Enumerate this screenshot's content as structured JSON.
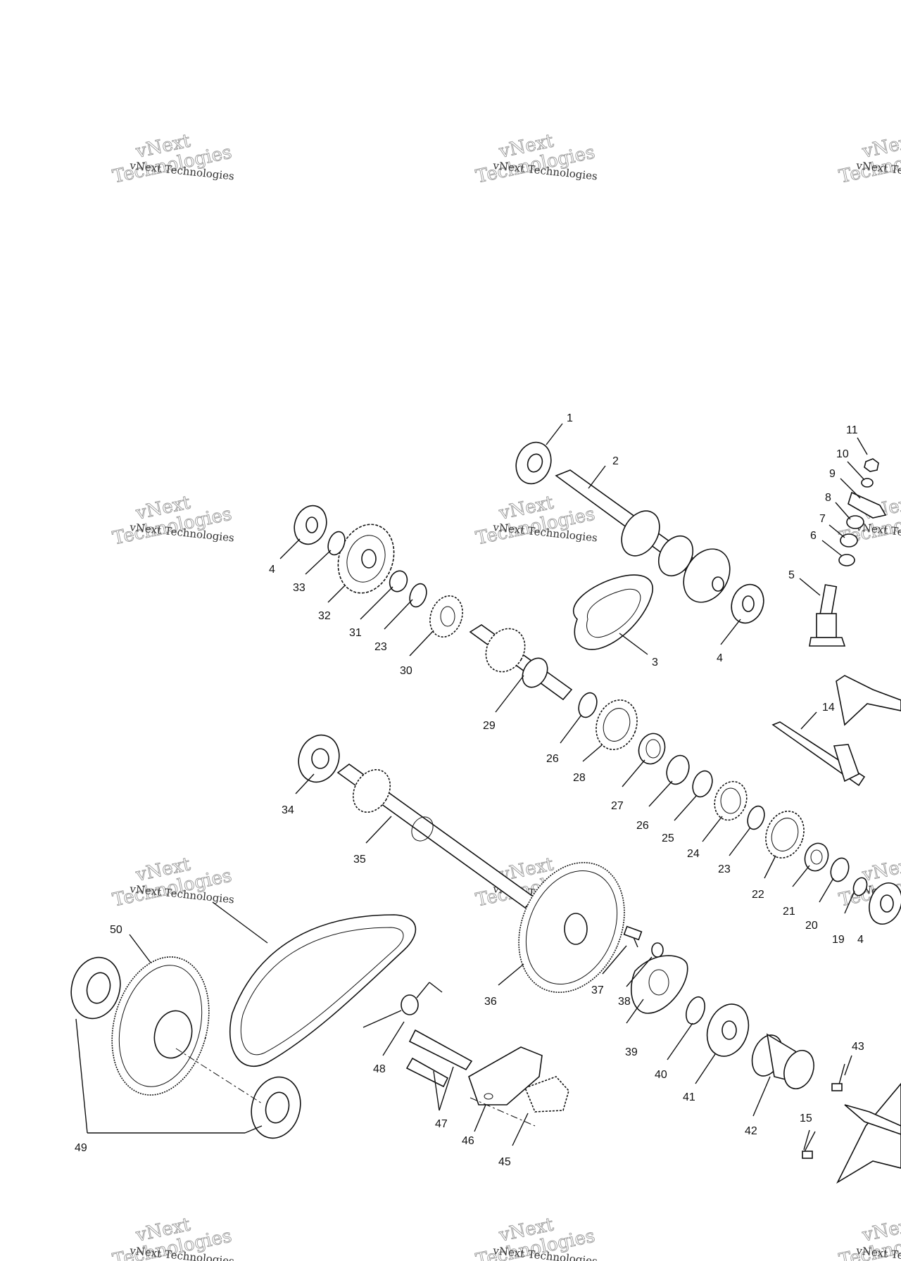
{
  "watermark": {
    "brand_line1": "vNext",
    "brand_line2": "Technologies",
    "small_text": "vNext Technologies"
  },
  "labels": [
    {
      "id": "l1",
      "text": "1"
    },
    {
      "id": "l2",
      "text": "2"
    },
    {
      "id": "l3",
      "text": "3"
    },
    {
      "id": "l4a",
      "text": "4"
    },
    {
      "id": "l4b",
      "text": "4"
    },
    {
      "id": "l4c",
      "text": "4"
    },
    {
      "id": "l5",
      "text": "5"
    },
    {
      "id": "l6",
      "text": "6"
    },
    {
      "id": "l7",
      "text": "7"
    },
    {
      "id": "l8",
      "text": "8"
    },
    {
      "id": "l9",
      "text": "9"
    },
    {
      "id": "l10",
      "text": "10"
    },
    {
      "id": "l11",
      "text": "11"
    },
    {
      "id": "l14",
      "text": "14"
    },
    {
      "id": "l15",
      "text": "15"
    },
    {
      "id": "l19",
      "text": "19"
    },
    {
      "id": "l20",
      "text": "20"
    },
    {
      "id": "l21",
      "text": "21"
    },
    {
      "id": "l22",
      "text": "22"
    },
    {
      "id": "l23a",
      "text": "23"
    },
    {
      "id": "l23b",
      "text": "23"
    },
    {
      "id": "l24",
      "text": "24"
    },
    {
      "id": "l25",
      "text": "25"
    },
    {
      "id": "l26a",
      "text": "26"
    },
    {
      "id": "l26b",
      "text": "26"
    },
    {
      "id": "l27",
      "text": "27"
    },
    {
      "id": "l28",
      "text": "28"
    },
    {
      "id": "l29",
      "text": "29"
    },
    {
      "id": "l30",
      "text": "30"
    },
    {
      "id": "l31",
      "text": "31"
    },
    {
      "id": "l32",
      "text": "32"
    },
    {
      "id": "l33",
      "text": "33"
    },
    {
      "id": "l34",
      "text": "34"
    },
    {
      "id": "l35",
      "text": "35"
    },
    {
      "id": "l36",
      "text": "36"
    },
    {
      "id": "l37",
      "text": "37"
    },
    {
      "id": "l38",
      "text": "38"
    },
    {
      "id": "l39",
      "text": "39"
    },
    {
      "id": "l40",
      "text": "40"
    },
    {
      "id": "l41",
      "text": "41"
    },
    {
      "id": "l42",
      "text": "42"
    },
    {
      "id": "l43",
      "text": "43"
    },
    {
      "id": "l45",
      "text": "45"
    },
    {
      "id": "l46",
      "text": "46"
    },
    {
      "id": "l47",
      "text": "47"
    },
    {
      "id": "l48",
      "text": "48"
    },
    {
      "id": "l49",
      "text": "49"
    },
    {
      "id": "l50",
      "text": "50"
    }
  ]
}
